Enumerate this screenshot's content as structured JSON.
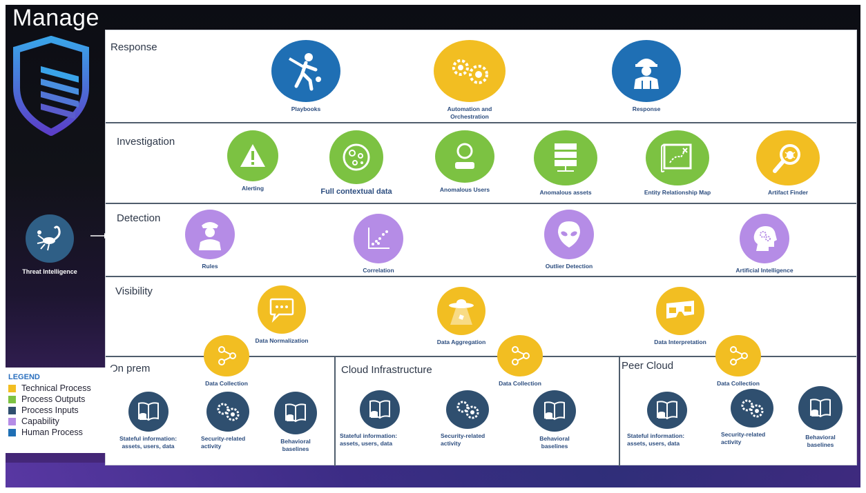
{
  "title": "Manage",
  "threat_intelligence": {
    "label": "Threat Intelligence",
    "icon": "scorpion-icon"
  },
  "sections": {
    "response": {
      "title": "Response",
      "items": [
        {
          "label": "Playbooks",
          "icon": "cricket-player-icon",
          "color": "#1f6fb4"
        },
        {
          "label": "Automation and\nOrchestration",
          "icon": "gears-icon",
          "color": "#f2be22"
        },
        {
          "label": "Response",
          "icon": "firefighter-icon",
          "color": "#1f6fb4"
        }
      ]
    },
    "investigation": {
      "title": "Investigation",
      "items": [
        {
          "label": "Alerting",
          "icon": "warning-icon",
          "color": "#7cc242"
        },
        {
          "label": "Full contextual data",
          "icon": "petri-dish-icon",
          "color": "#7cc242"
        },
        {
          "label": "Anomalous Users",
          "icon": "user-icon",
          "color": "#7cc242"
        },
        {
          "label": "Anomalous assets",
          "icon": "server-icon",
          "color": "#7cc242"
        },
        {
          "label": "Entity Relationship  Map",
          "icon": "map-icon",
          "color": "#7cc242"
        },
        {
          "label": "Artifact Finder",
          "icon": "magnifier-bug-icon",
          "color": "#f2be22"
        }
      ]
    },
    "detection": {
      "title": "Detection",
      "items": [
        {
          "label": "Rules",
          "icon": "officer-icon",
          "color": "#b58ce6"
        },
        {
          "label": "Correlation",
          "icon": "scatter-plot-icon",
          "color": "#b58ce6"
        },
        {
          "label": "Outlier Detection",
          "icon": "alien-icon",
          "color": "#b58ce6"
        },
        {
          "label": "Artificial Intelligence",
          "icon": "brain-gears-icon",
          "color": "#b58ce6"
        }
      ]
    },
    "visibility": {
      "title": "Visibility",
      "items": [
        {
          "label": "Data Normalization",
          "icon": "speech-bubble-icon",
          "color": "#f2be22"
        },
        {
          "label": "Data Aggregation",
          "icon": "ufo-icon",
          "color": "#f2be22"
        },
        {
          "label": "Data Interpretation",
          "icon": "3d-glasses-icon",
          "color": "#f2be22"
        }
      ]
    },
    "collection": [
      {
        "title": "On prem",
        "data_collection": "Data Collection",
        "items": [
          {
            "label": "Stateful information:\nassets, users, data",
            "icon": "book-database-icon"
          },
          {
            "label": "Security-related\nactivity",
            "icon": "gears-icon"
          },
          {
            "label": "Behavioral\nbaselines",
            "icon": "book-database-icon"
          }
        ]
      },
      {
        "title": "Cloud Infrastructure",
        "data_collection": "Data Collection",
        "items": [
          {
            "label": "Stateful information:\nassets, users, data",
            "icon": "book-database-icon"
          },
          {
            "label": "Security-related\nactivity",
            "icon": "gears-icon"
          },
          {
            "label": "Behavioral\nbaselines",
            "icon": "book-database-icon"
          }
        ]
      },
      {
        "title": "Peer Cloud",
        "data_collection": "Data Collection",
        "items": [
          {
            "label": "Stateful information:\nassets, users, data",
            "icon": "book-database-icon"
          },
          {
            "label": "Security-related\nactivity",
            "icon": "gears-icon"
          },
          {
            "label": "Behavioral\nbaselines",
            "icon": "book-database-icon"
          }
        ]
      }
    ]
  },
  "legend": {
    "title": "LEGEND",
    "items": [
      {
        "label": "Technical Process",
        "color": "#f2be22"
      },
      {
        "label": "Process Outputs",
        "color": "#7cc242"
      },
      {
        "label": "Process Inputs",
        "color": "#2f4f6f"
      },
      {
        "label": "Capability",
        "color": "#b58ce6"
      },
      {
        "label": "Human Process",
        "color": "#1f6fb4"
      }
    ]
  }
}
